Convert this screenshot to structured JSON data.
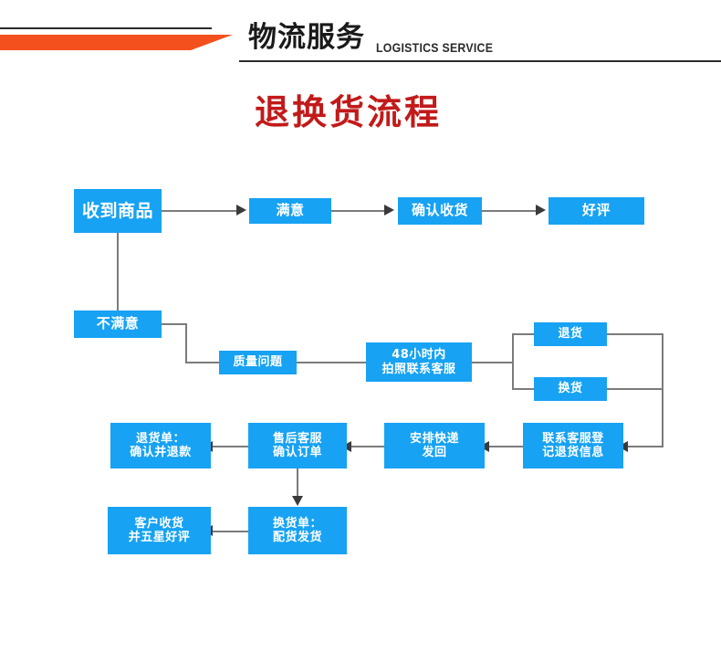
{
  "header": {
    "title_cn": "物流服务",
    "title_en": "LOGISTICS SERVICE",
    "accent_orange": "#f4501e",
    "rule_color": "#2b2b2b"
  },
  "heading": {
    "text": "退换货流程",
    "color": "#c21a1a"
  },
  "palette": {
    "node_blue": "#17a2f3",
    "node_text": "#ffffff",
    "connector_gray": "#7b7b7b",
    "arrowhead": "#3a3a3a",
    "page_background": "#ffffff"
  },
  "flow": {
    "nodes": [
      {
        "id": "received",
        "label": "收到商品"
      },
      {
        "id": "satisfied",
        "label": "满意"
      },
      {
        "id": "confirm-receipt",
        "label": "确认收货"
      },
      {
        "id": "good-review",
        "label": "好评"
      },
      {
        "id": "unsatisfied",
        "label": "不满意"
      },
      {
        "id": "quality-issue",
        "label": "质量问题"
      },
      {
        "id": "contact-48h",
        "label": "48小时内\n拍照联系客服"
      },
      {
        "id": "return-goods",
        "label": "退货"
      },
      {
        "id": "exchange-goods",
        "label": "换货"
      },
      {
        "id": "register-return",
        "label": "联系客服登\n记退货信息"
      },
      {
        "id": "arrange-courier",
        "label": "安排快递\n发回"
      },
      {
        "id": "aftersale-confirm",
        "label": "售后客服\n确认订单"
      },
      {
        "id": "return-order",
        "label": "退货单：\n确认并退款"
      },
      {
        "id": "exchange-order",
        "label": "换货单：\n配货发货"
      },
      {
        "id": "customer-receive",
        "label": "客户收货\n并五星好评"
      }
    ]
  }
}
